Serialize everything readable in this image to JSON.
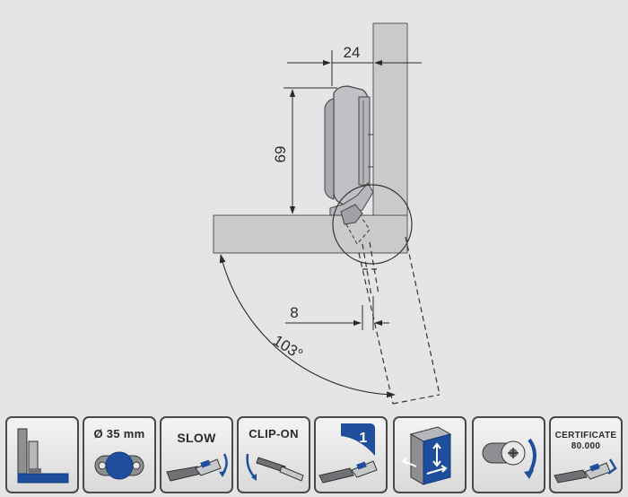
{
  "diagram": {
    "dim_width": "24",
    "dim_height": "69",
    "dim_offset": "8",
    "opening_angle": "103°"
  },
  "features": [
    {
      "label": "",
      "icon": "full-overlay-hinge-icon"
    },
    {
      "label": "Ø 35 mm",
      "icon": "cup-diameter-icon"
    },
    {
      "label": "SLOW",
      "icon": "soft-close-icon"
    },
    {
      "label": "CLIP-ON",
      "icon": "clip-on-icon"
    },
    {
      "label": "1",
      "icon": "one-step-mounting-icon"
    },
    {
      "label": "",
      "icon": "3d-adjustment-icon"
    },
    {
      "label": "",
      "icon": "cam-adjustment-icon"
    },
    {
      "label": "CERTIFICATE",
      "label2": "80.000",
      "icon": "cycle-certificate-icon"
    }
  ],
  "colors": {
    "background": "#e4e5e7",
    "panel": "#c9cacc",
    "line": "#2b2b2b",
    "accent_blue": "#1f4e9c"
  }
}
